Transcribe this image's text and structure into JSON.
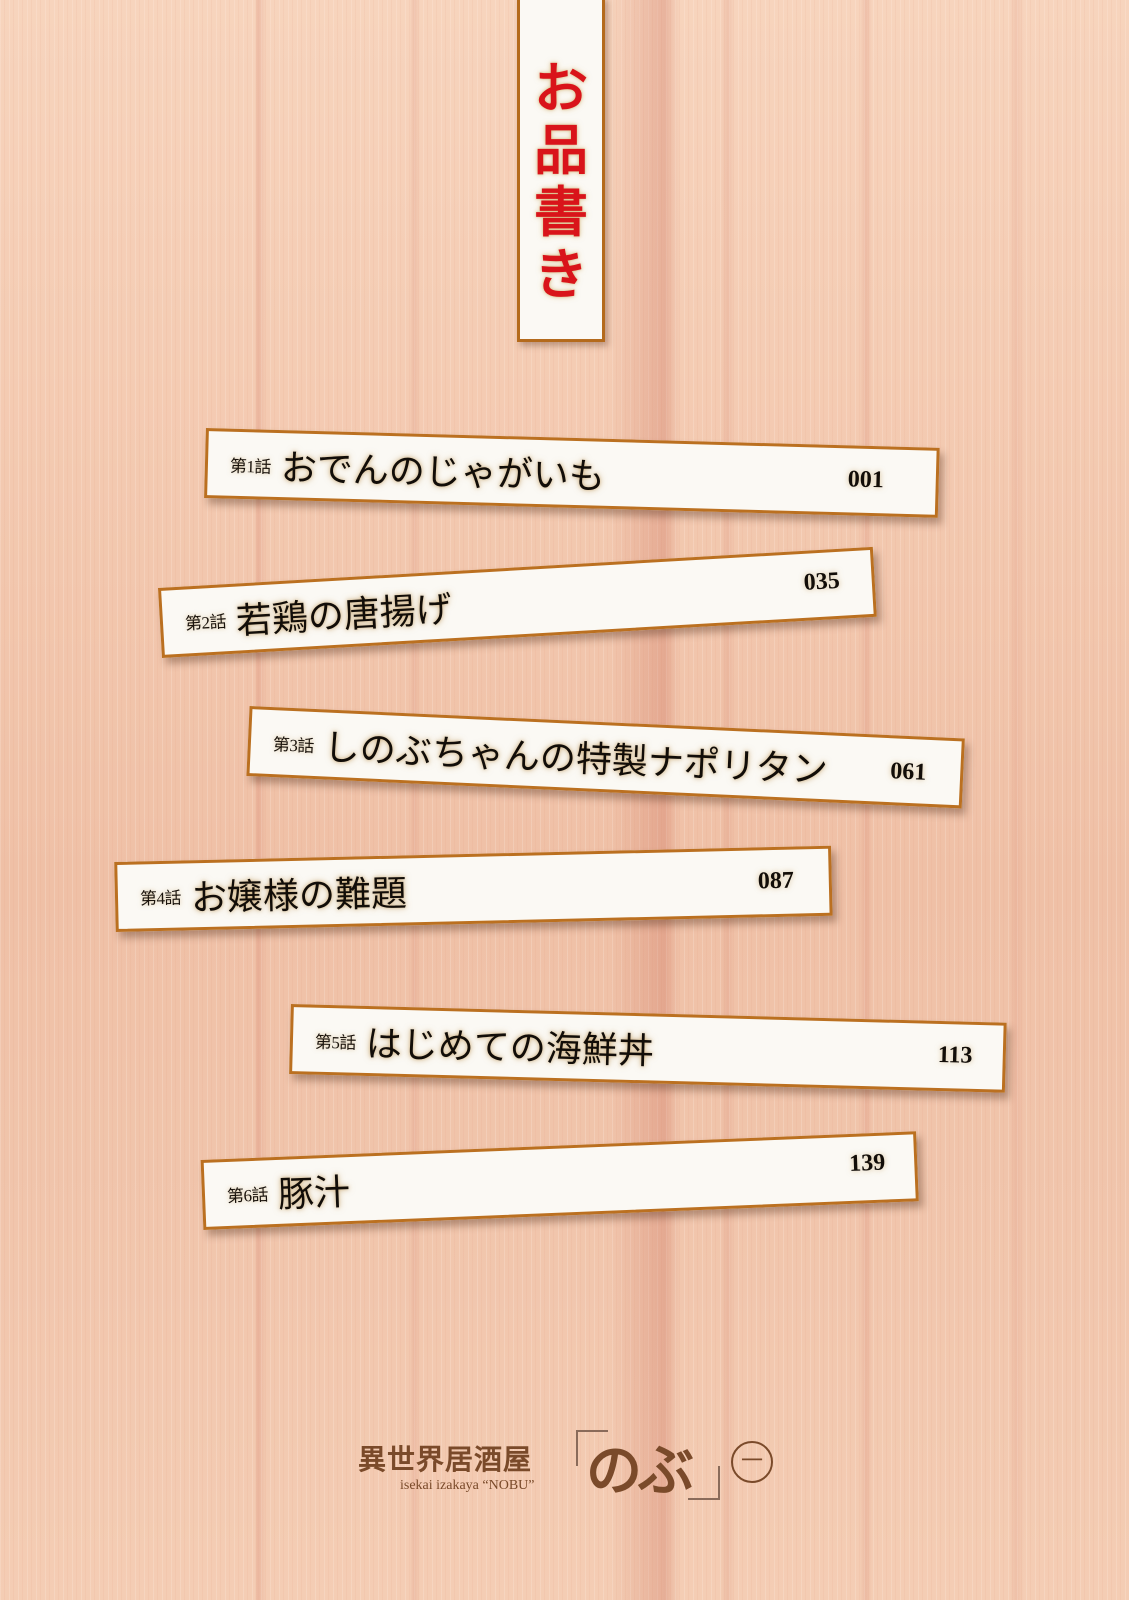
{
  "page": {
    "type": "table_of_contents",
    "background": "wood-grain",
    "colors": {
      "background": "#f2c8ad",
      "card": "#fbf9f4",
      "card_border": "#bb7020",
      "title_red": "#d9141a",
      "text": "#120d08",
      "logo_brown": "#7a4a2a"
    }
  },
  "title": {
    "text": "お品書き",
    "chars": [
      "お",
      "品",
      "書",
      "き"
    ]
  },
  "chapters": [
    {
      "label": "第1話",
      "title": "おでんのじゃがいも",
      "page": "001"
    },
    {
      "label": "第2話",
      "title": "若鶏の唐揚げ",
      "page": "035"
    },
    {
      "label": "第3話",
      "title": "しのぶちゃんの特製ナポリタン",
      "page": "061"
    },
    {
      "label": "第4話",
      "title": "お嬢様の難題",
      "page": "087"
    },
    {
      "label": "第5話",
      "title": "はじめての海鮮丼",
      "page": "113"
    },
    {
      "label": "第6話",
      "title": "豚汁",
      "page": "139"
    }
  ],
  "logo": {
    "main": "異世界居酒屋",
    "nobu": "のぶ",
    "sub": "isekai izakaya “NOBU”",
    "volume": "一"
  }
}
